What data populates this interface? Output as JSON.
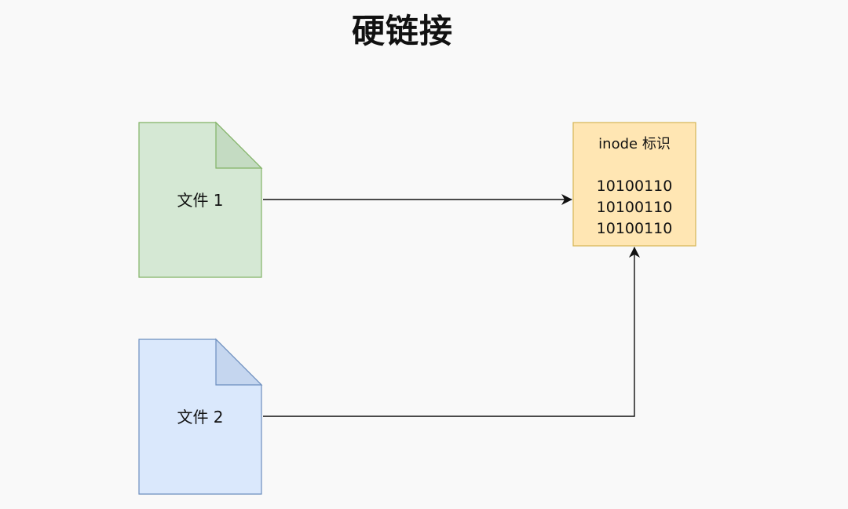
{
  "title": "硬链接",
  "files": [
    {
      "label": "文件 1",
      "fill": "#d5e8d4",
      "stroke": "#82b366"
    },
    {
      "label": "文件 2",
      "fill": "#dae8fc",
      "stroke": "#6c8ebf"
    }
  ],
  "inode": {
    "heading": "inode 标识",
    "lines": [
      "10100110",
      "10100110",
      "10100110"
    ],
    "fill": "#ffe6b3",
    "stroke": "#d6b656"
  },
  "colors": {
    "background": "#f9f9f9",
    "arrow": "#111111"
  }
}
